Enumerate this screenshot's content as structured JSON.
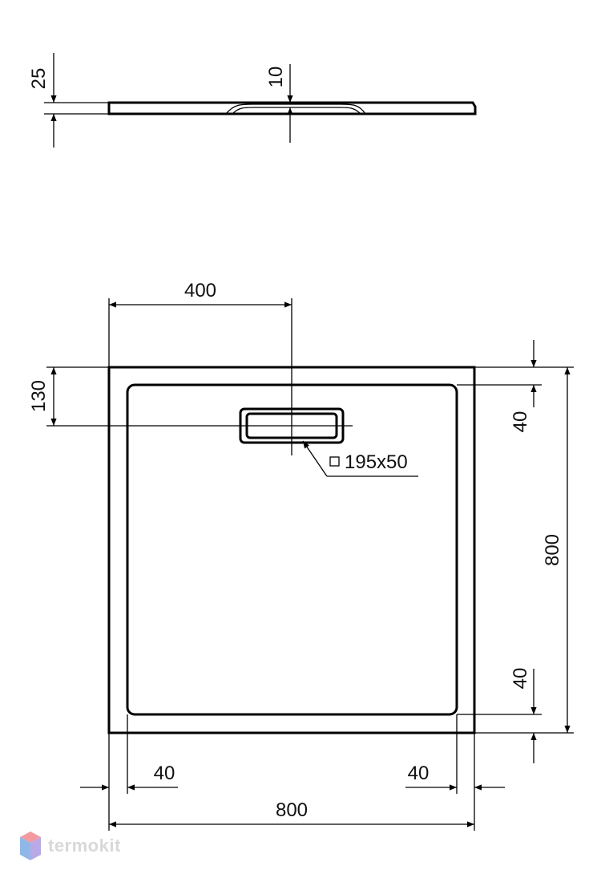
{
  "drawing": {
    "side_view": {
      "thickness_label": "25",
      "drain_depth_label": "10"
    },
    "top_view": {
      "width_label": "800",
      "depth_label": "800",
      "drain_offset_x_label": "400",
      "drain_offset_y_label": "130",
      "drain_size_label": "195x50",
      "rim_top_label": "40",
      "rim_bottom_label": "40",
      "rim_left_label": "40",
      "rim_right_label": "40"
    }
  },
  "watermark": {
    "text": "termokit",
    "logo_colors": [
      "#f29aa0",
      "#8fb8e8",
      "#b9a9e6"
    ]
  }
}
